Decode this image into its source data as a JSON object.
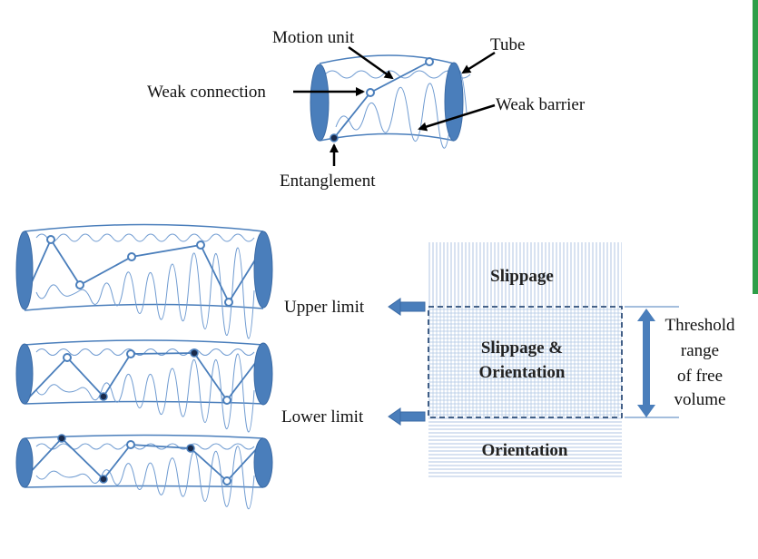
{
  "top_labels": {
    "motion_unit": "Motion unit",
    "tube": "Tube",
    "weak_connection": "Weak connection",
    "weak_barrier": "Weak barrier",
    "entanglement": "Entanglement"
  },
  "limits": {
    "upper": "Upper limit",
    "lower": "Lower limit"
  },
  "zones": {
    "slippage": "Slippage",
    "slippage_orientation_line1": "Slippage &",
    "slippage_orientation_line2": "Orientation",
    "orientation": "Orientation"
  },
  "threshold": [
    "Threshold",
    "range",
    "of free",
    "volume"
  ],
  "colors": {
    "cap": "#4a7ebb",
    "cap_stroke": "#3a6aa5",
    "chain": "#4a7ebb",
    "tube_outline": "#4a7ebb",
    "wave": "#6f9bd1",
    "hatch": "#9cb8dc",
    "arrow": "#4a7ebb",
    "accent_bar": "#2e9e48"
  }
}
